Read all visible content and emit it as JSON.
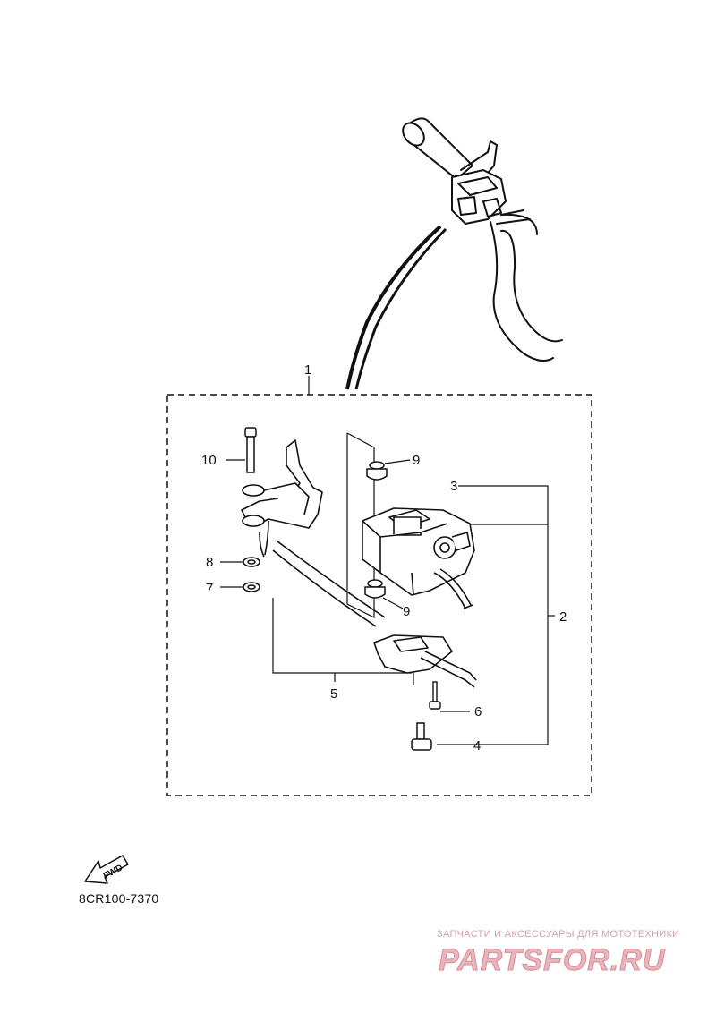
{
  "callouts": [
    {
      "id": "c1",
      "label": "1"
    },
    {
      "id": "c2",
      "label": "2"
    },
    {
      "id": "c3",
      "label": "3"
    },
    {
      "id": "c4",
      "label": "4"
    },
    {
      "id": "c5",
      "label": "5"
    },
    {
      "id": "c6",
      "label": "6"
    },
    {
      "id": "c7",
      "label": "7"
    },
    {
      "id": "c8",
      "label": "8"
    },
    {
      "id": "c9a",
      "label": "9"
    },
    {
      "id": "c9b",
      "label": "9"
    },
    {
      "id": "c10",
      "label": "10"
    }
  ],
  "fwd_label": "FWD",
  "diagram_code": "8CR100-7370",
  "watermark": {
    "tagline": "ЗАПЧАСТИ И АКСЕССУАРЫ ДЛЯ МОТОТЕХНИКИ",
    "logo_text": "PARTSFOR.RU",
    "color": "#d98c96"
  }
}
